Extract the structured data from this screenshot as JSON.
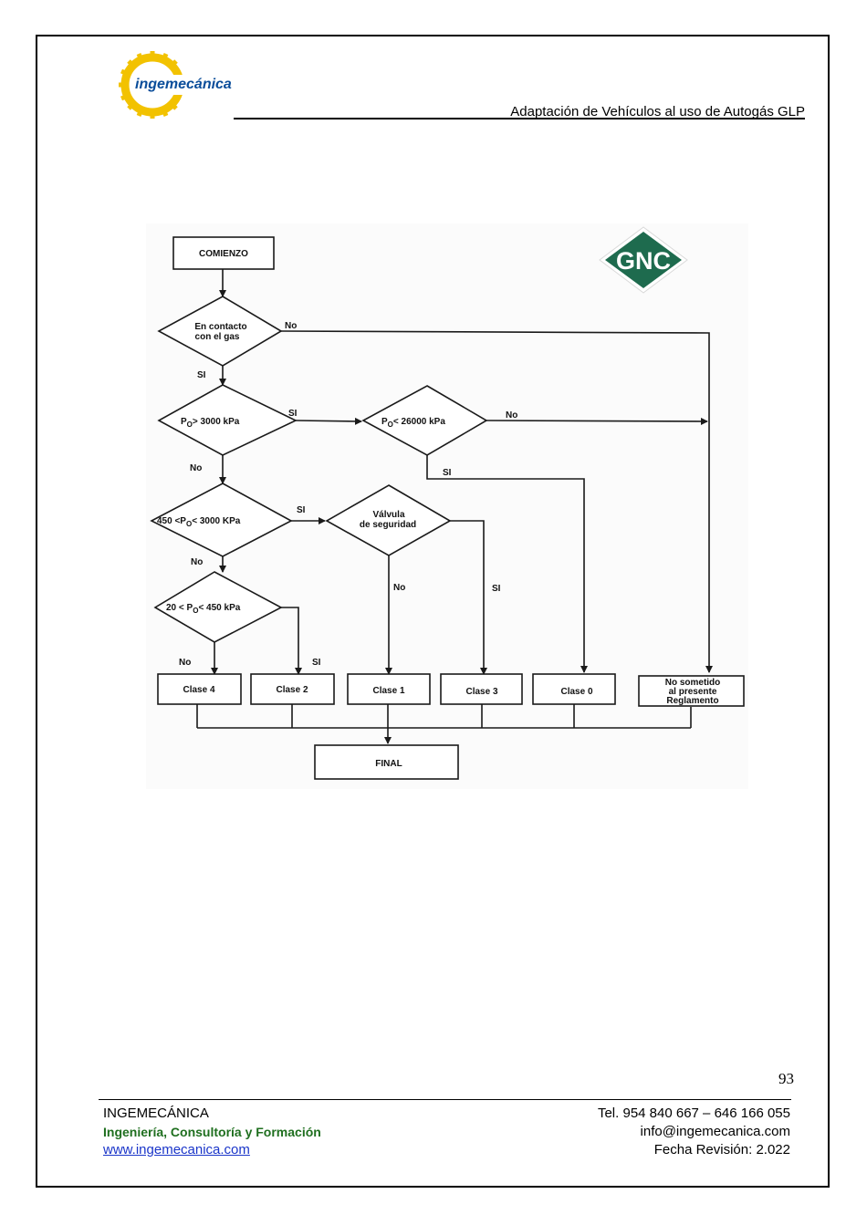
{
  "header": {
    "logo_text": "ingemecánica",
    "title": "Adaptación de Vehículos al uso de Autogás GLP"
  },
  "diagram": {
    "badge": "GNC",
    "start": "COMIENZO",
    "end": "FINAL",
    "decisions": {
      "d1_line1": "En contacto",
      "d1_line2": "con el gas",
      "d2": "> 3000 kPa",
      "d3": "< 26000 kPa",
      "d4_pre": "450 <P",
      "d4_post": "< 3000 KPa",
      "d5_line1": "Válvula",
      "d5_line2": "de seguridad",
      "d6_pre": "20 < P",
      "d6_post": "< 450 kPa",
      "p_symbol": "P",
      "p_subscript": "O"
    },
    "edges": {
      "yes": "SI",
      "no": "No"
    },
    "outcomes": {
      "clase4": "Clase 4",
      "clase2": "Clase 2",
      "clase1": "Clase 1",
      "clase3": "Clase 3",
      "clase0": "Clase 0",
      "excluded_line1": "No sometido",
      "excluded_line2": "al presente",
      "excluded_line3": "Reglamento"
    },
    "colors": {
      "badge_green": "#1e6b4e",
      "line": "#1a1a1a"
    }
  },
  "page_number": "93",
  "footer": {
    "company": "INGEMECÁNICA",
    "tagline": "Ingeniería, Consultoría y Formación",
    "website": "www.ingemecanica.com",
    "phone": "Tel. 954 840 667 –  646 166 055",
    "email": "info@ingemecanica.com",
    "revision": "Fecha Revisión: 2.022"
  },
  "colors": {
    "logo_gear": "#f2c200",
    "logo_text": "#0a4d9a",
    "tagline": "#1f6f1f",
    "link": "#1a35c9"
  }
}
